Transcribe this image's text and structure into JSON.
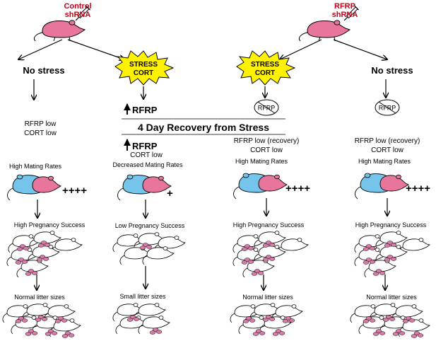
{
  "colors": {
    "mouse_pink": "#e8759b",
    "mouse_blue": "#74c4ec",
    "burst_yellow": "#fff200",
    "label_red": "#c4001a",
    "pup_pink": "#d97aa8"
  },
  "top_labels": {
    "control_shrna_line1": "Control",
    "control_shrna_line2": "shRNA",
    "rfrp_shrna_line1": "RFRP",
    "rfrp_shrna_line2": "shRNA"
  },
  "stress_label_line1": "STRESS",
  "stress_label_line2": "CORT",
  "no_stress_label": "No stress",
  "recovery_banner": "4 Day Recovery from Stress",
  "columns": [
    {
      "hormone_line1": "RFRP low",
      "hormone_line2": "CORT low",
      "mating_label": "High Mating Rates",
      "mating_marks": "++++",
      "pregnancy_label": "High Pregnancy Success",
      "litter_label": "Normal litter sizes"
    },
    {
      "hormone_pre": "RFRP",
      "hormone_line1": "RFRP",
      "hormone_line2": "CORT low",
      "mating_label": "Decreased Mating Rates",
      "mating_marks": "+",
      "pregnancy_label": "Low Pregnancy Success",
      "litter_label": "Small litter sizes"
    },
    {
      "hormone_pre": "RFRP",
      "hormone_line1": "RFRP low (recovery)",
      "hormone_line2": "CORT low",
      "mating_label": "High Mating Rates",
      "mating_marks": "++++",
      "pregnancy_label": "High Pregnancy Success",
      "litter_label": "Normal litter sizes"
    },
    {
      "hormone_pre": "RFRP",
      "hormone_line1": "RFRP low (recovery)",
      "hormone_line2": "CORT low",
      "mating_label": "High Mating Rates",
      "mating_marks": "++++",
      "pregnancy_label": "High Pregnancy Success",
      "litter_label": "Normal litter sizes"
    }
  ]
}
